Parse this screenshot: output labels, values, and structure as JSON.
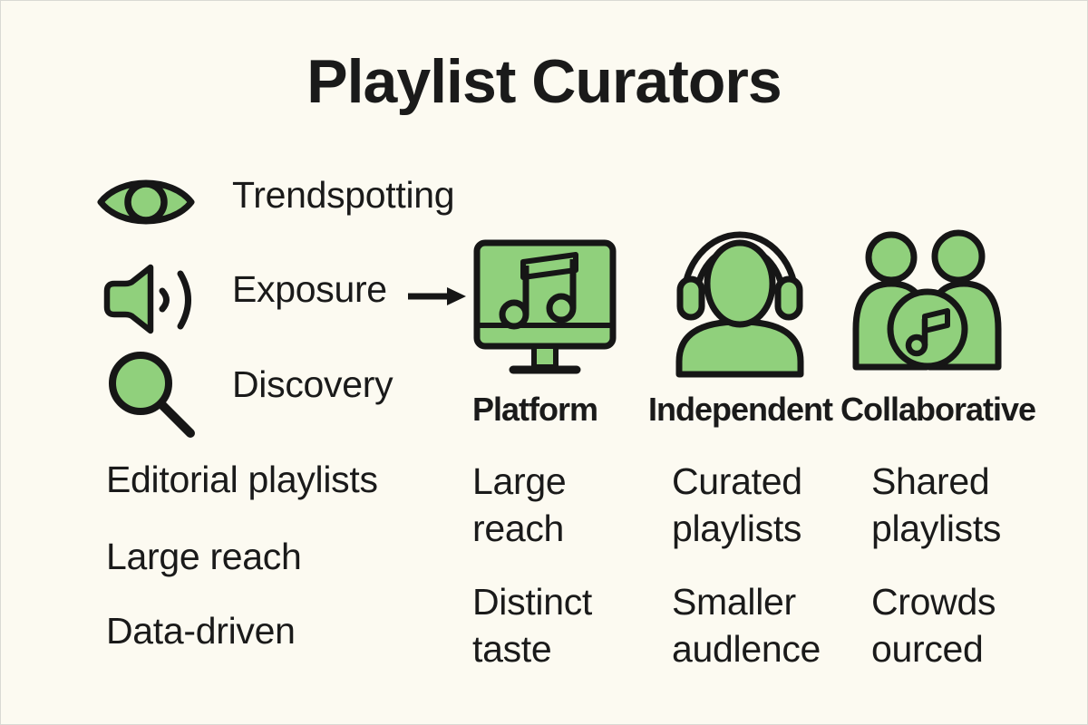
{
  "title": "Playlist Curators",
  "colors": {
    "accent_green": "#90D07C",
    "outline": "#161616",
    "background": "#FCFAF1",
    "text": "#1A1A1A"
  },
  "features": [
    {
      "icon": "eye-icon",
      "label": "Trendspotting"
    },
    {
      "icon": "speaker-icon",
      "label": "Exposure",
      "trailing_icon": "arrow-right-icon"
    },
    {
      "icon": "magnifying-glass-icon",
      "label": "Discovery"
    }
  ],
  "left_list": {
    "items": [
      "Editorial playlists",
      "Large reach",
      "Data-driven"
    ]
  },
  "columns": [
    {
      "icon": "monitor-music-icon",
      "header": "Platform",
      "points": [
        "Large reach",
        "Distinct taste"
      ]
    },
    {
      "icon": "person-headphones-icon",
      "header": "Independent",
      "points": [
        "Curated playlists",
        "Smaller audlence"
      ]
    },
    {
      "icon": "group-music-icon",
      "header": "Collaborative",
      "points": [
        "Shared playlists",
        "Crowds ourced"
      ]
    }
  ]
}
